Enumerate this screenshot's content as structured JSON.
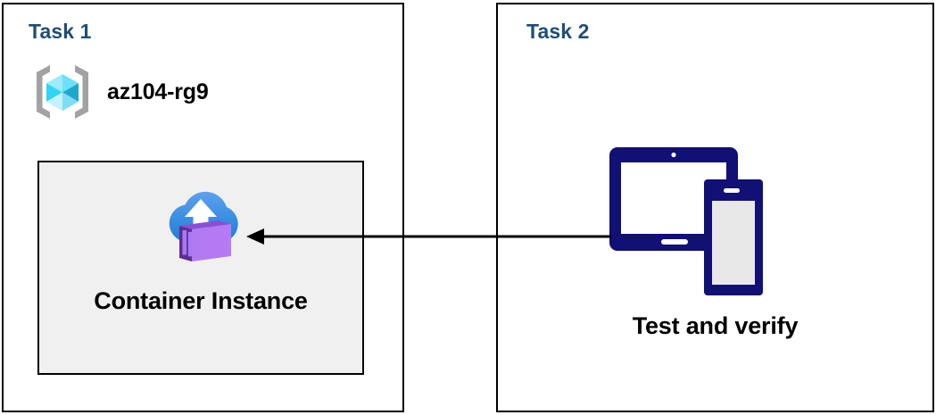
{
  "diagram": {
    "background_color": "#ffffff",
    "title_color": "#1f4e79",
    "panels": [
      {
        "id": "task1",
        "title": "Task 1",
        "resource_group": {
          "icon": "azure-resource-group-icon",
          "label": "az104-rg9",
          "icon_colors": {
            "bracket": "#a0a2a3",
            "cube_top": "#9cebff",
            "cube_left": "#32d4f5",
            "cube_right": "#1fa8cb",
            "cube_bottom": "#c3f1ff"
          }
        },
        "resource_box": {
          "icon": "azure-container-instance-icon",
          "label": "Container Instance",
          "fill_color": "#f0f0f0",
          "border_color": "#000000",
          "icon_colors": {
            "cloud_top": "#5ea0ef",
            "cloud_bottom": "#1b7fd4",
            "arrow": "#ffffff",
            "container_front": "#b77af4",
            "container_side": "#5e2d91",
            "container_slat": "#a67af4"
          }
        }
      },
      {
        "id": "task2",
        "title": "Task 2",
        "devices": {
          "icon": "tablet-and-phone-icon",
          "label": "Test and verify",
          "icon_colors": {
            "frame": "#101075",
            "tablet_screen": "#ffffff",
            "phone_screen": "#e8e8e8"
          }
        }
      }
    ],
    "connector": {
      "name": "flow-arrow",
      "direction": "right-to-left",
      "from": "Test and verify",
      "to": "Container Instance",
      "color": "#000000"
    }
  }
}
